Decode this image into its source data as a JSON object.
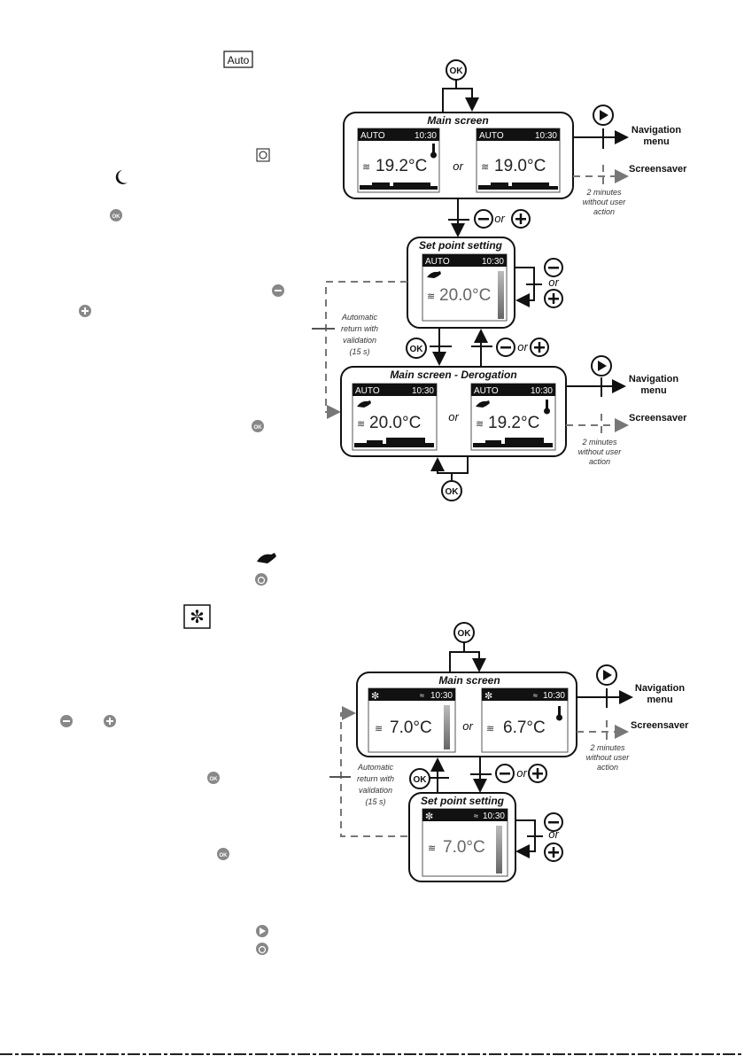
{
  "top_text": {
    "auto_key": "Auto"
  },
  "diagram1": {
    "main_title": "Main screen",
    "panel_left": {
      "mode": "AUTO",
      "time": "10:30",
      "temp": "19.2°C"
    },
    "or_text": "or",
    "panel_right": {
      "mode": "AUTO",
      "time": "10:30",
      "temp": "19.0°C"
    },
    "nav_label": "Navigation\nmenu",
    "nav_label_1": "Navigation",
    "nav_label_2": "menu",
    "screensaver": "Screensaver",
    "note_2min": [
      "2 minutes",
      "without user",
      "action"
    ],
    "minus_or_plus": "or",
    "setpoint_title": "Set point setting",
    "setpoint_panel": {
      "mode": "AUTO",
      "time": "10:30",
      "temp": "20.0°C"
    },
    "side_or": "or",
    "auto_return": [
      "Automatic",
      "return with",
      "validation",
      "(15 s)"
    ],
    "ok_label": "OK",
    "derog_title": "Main screen - Derogation",
    "derog_left": {
      "mode": "AUTO",
      "time": "10:30",
      "temp": "20.0°C"
    },
    "derog_right": {
      "mode": "AUTO",
      "time": "10:30",
      "temp": "19.2°C"
    }
  },
  "diagram2": {
    "main_title": "Main screen",
    "panel_left": {
      "time": "10:30",
      "temp": "7.0°C"
    },
    "or_text": "or",
    "panel_right": {
      "time": "10:30",
      "temp": "6.7°C"
    },
    "nav_label_1": "Navigation",
    "nav_label_2": "menu",
    "screensaver": "Screensaver",
    "note_2min": [
      "2 minutes",
      "without user",
      "action"
    ],
    "auto_return": [
      "Automatic",
      "return with",
      "validation",
      "(15 s)"
    ],
    "ok_label": "OK",
    "setpoint_title": "Set point setting",
    "setpoint_panel": {
      "time": "10:30",
      "temp": "7.0°C"
    },
    "side_or": "or"
  },
  "colors": {
    "line": "#111111",
    "dash": "#777777",
    "header": "#111111"
  }
}
